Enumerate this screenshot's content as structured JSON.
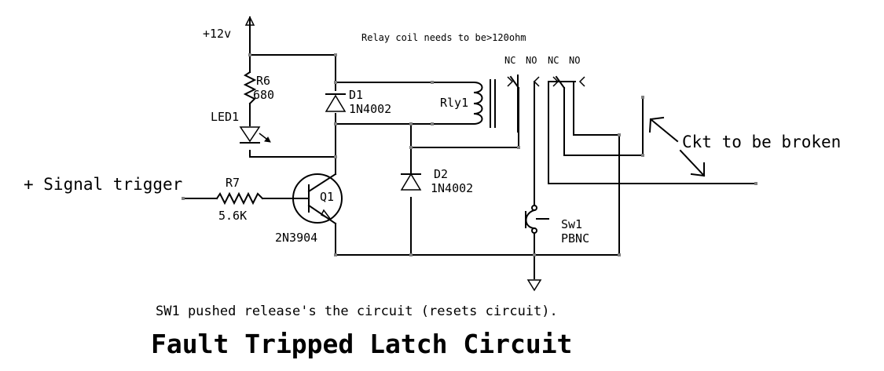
{
  "supply": {
    "label": "+12v"
  },
  "note_top": "Relay coil needs to be>120ohm",
  "resistor_r6": {
    "ref": "R6",
    "value": "680"
  },
  "led": {
    "ref": "LED1"
  },
  "diode_d1": {
    "ref": "D1",
    "part": "1N4002"
  },
  "diode_d2": {
    "ref": "D2",
    "part": "1N4002"
  },
  "relay": {
    "ref": "Rly1"
  },
  "contacts": {
    "nc1": "NC",
    "no1": "NO",
    "nc2": "NC",
    "no2": "NO"
  },
  "transistor": {
    "ref": "Q1",
    "part": "2N3904"
  },
  "resistor_r7": {
    "ref": "R7",
    "value": "5.6K"
  },
  "input": {
    "label": "+ Signal trigger"
  },
  "switch": {
    "ref": "Sw1",
    "type": "PBNC"
  },
  "circuit_label": "Ckt to be broken",
  "note_bottom": "SW1 pushed release's the circuit (resets circuit).",
  "title": "Fault Tripped Latch Circuit"
}
